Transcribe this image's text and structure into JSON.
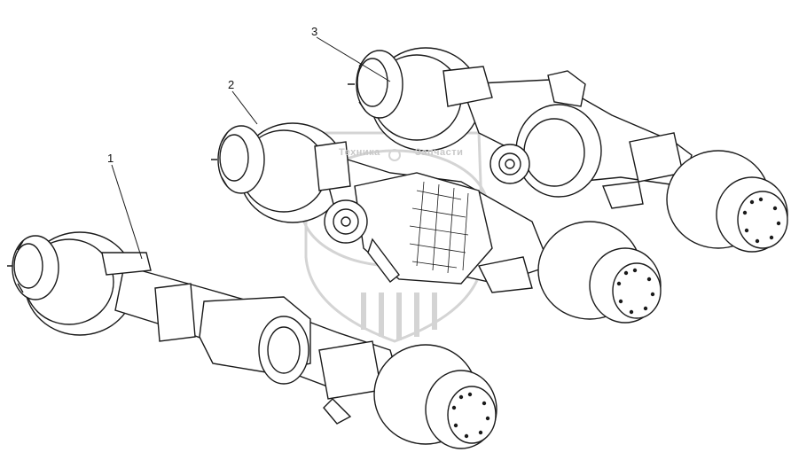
{
  "callouts": {
    "one": "1",
    "two": "2",
    "three": "3"
  },
  "watermark": {
    "left_text": "Техника",
    "right_text": "Запчасти",
    "color": "#d0d0d0"
  },
  "colors": {
    "line": "#1a1a1a",
    "fill": "#ffffff"
  }
}
